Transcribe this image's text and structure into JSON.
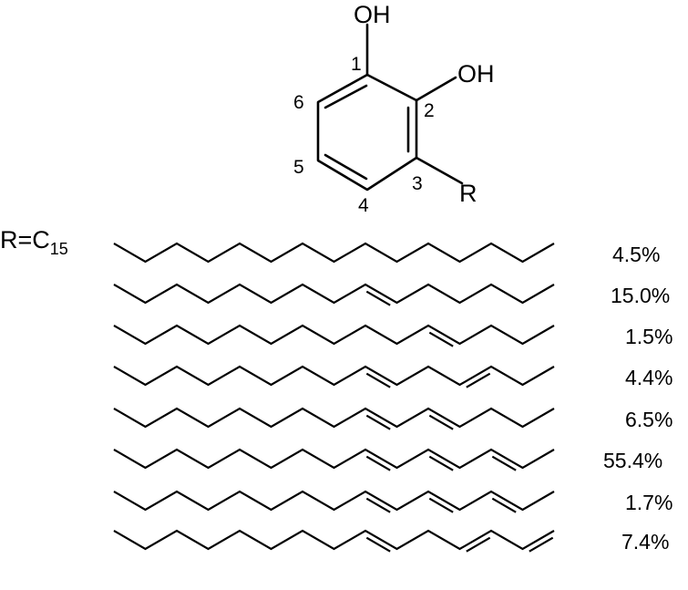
{
  "molecule": {
    "substituents": {
      "oh_top": "OH",
      "oh_right": "OH",
      "r": "R"
    },
    "ring_numbers": [
      "1",
      "2",
      "3",
      "4",
      "5",
      "6"
    ]
  },
  "r_definition": {
    "main": "R=C",
    "subscript": "15"
  },
  "chains": [
    {
      "percent": "4.5%",
      "double_bonds": [],
      "terminal_double": false
    },
    {
      "percent": "15.0%",
      "double_bonds": [
        8
      ],
      "terminal_double": false
    },
    {
      "percent": "1.5%",
      "double_bonds": [
        10
      ],
      "terminal_double": false
    },
    {
      "percent": "4.4%",
      "double_bonds": [
        8,
        11
      ],
      "terminal_double": false
    },
    {
      "percent": "6.5%",
      "double_bonds": [
        8,
        10
      ],
      "terminal_double": false
    },
    {
      "percent": "55.4%",
      "double_bonds": [
        8,
        10,
        12
      ],
      "terminal_double": false
    },
    {
      "percent": "1.7%",
      "double_bonds": [
        8,
        10,
        12
      ],
      "terminal_double": false
    },
    {
      "percent": "7.4%",
      "double_bonds": [
        8,
        11
      ],
      "terminal_double": true
    }
  ]
}
